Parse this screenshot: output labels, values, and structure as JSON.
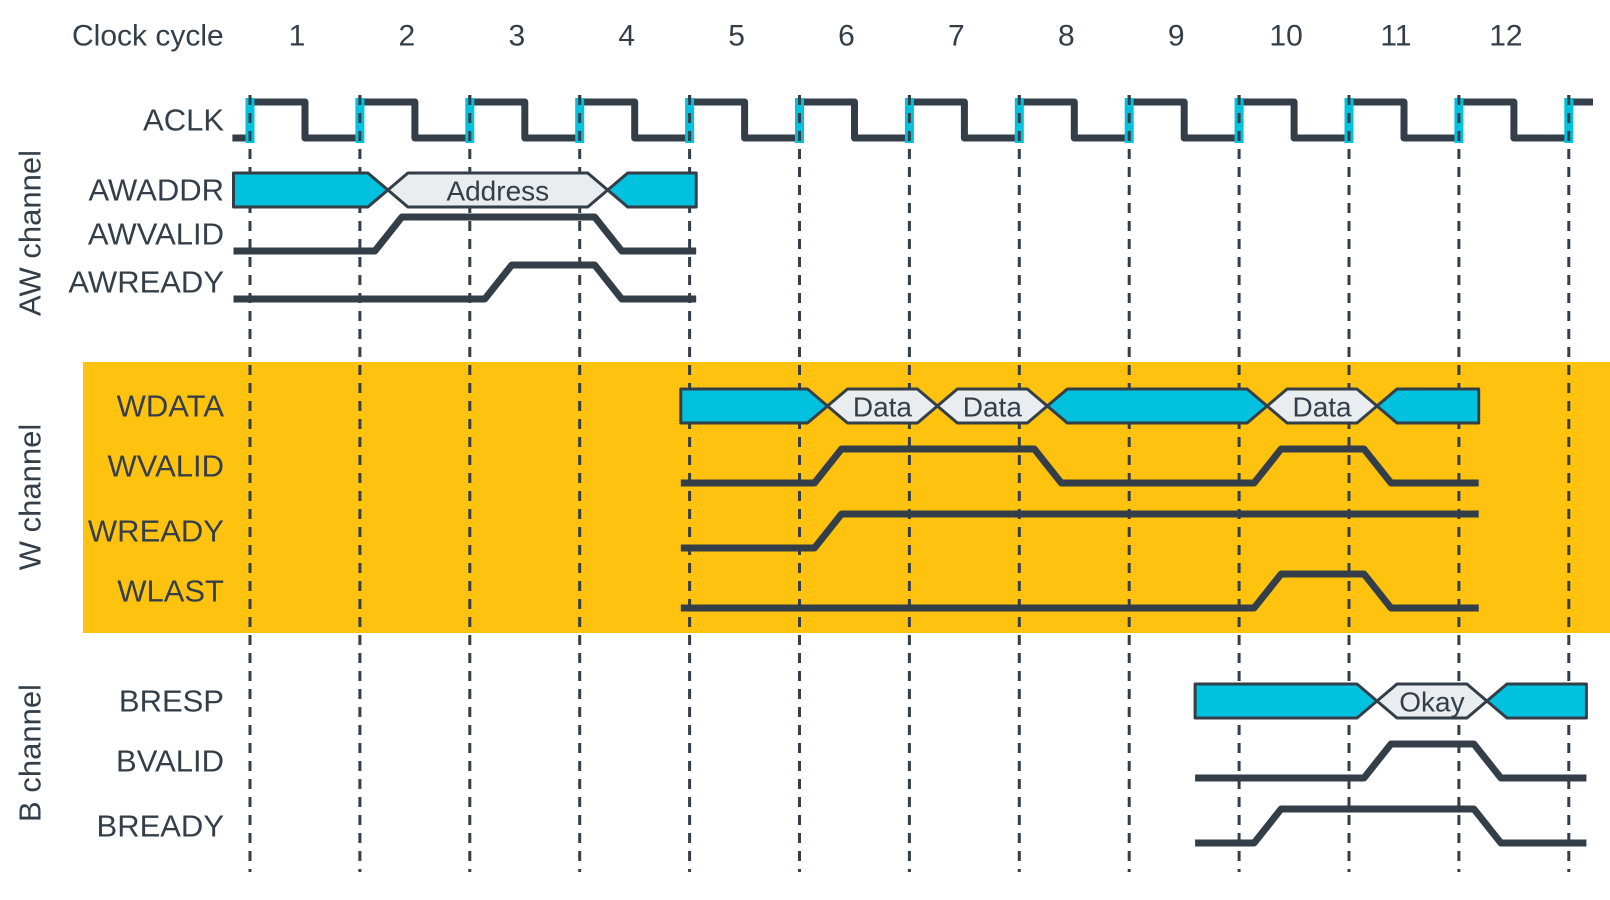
{
  "header": {
    "label": "Clock cycle",
    "cycle_numbers": [
      "1",
      "2",
      "3",
      "4",
      "5",
      "6",
      "7",
      "8",
      "9",
      "10",
      "11",
      "12"
    ]
  },
  "colors": {
    "dark": "#333e48",
    "cyan": "#00c1de",
    "orange": "#ffc20e",
    "value_fill": "#e9edf0",
    "background": "#ffffff"
  },
  "groups": [
    {
      "label": "AW channel",
      "highlighted": false
    },
    {
      "label": "W channel",
      "highlighted": true
    },
    {
      "label": "B channel",
      "highlighted": false
    }
  ],
  "signals": [
    {
      "label": "ACLK",
      "type": "clock",
      "group": null,
      "start": 0.84,
      "end": 13.22
    },
    {
      "label": "AWADDR",
      "type": "bus",
      "group": "AW channel",
      "start": 0.85,
      "end": 5.06,
      "segments": [
        {
          "kind": "undef",
          "until": 2
        },
        {
          "kind": "value",
          "text": "Address",
          "until": 4
        },
        {
          "kind": "undef",
          "until": null
        }
      ]
    },
    {
      "label": "AWVALID",
      "type": "bit",
      "group": "AW channel",
      "start": 0.85,
      "end": 5.06,
      "initial": 0,
      "toggles": [
        2,
        4
      ]
    },
    {
      "label": "AWREADY",
      "type": "bit",
      "group": "AW channel",
      "start": 0.85,
      "end": 5.06,
      "initial": 0,
      "toggles": [
        3,
        4
      ]
    },
    {
      "label": "WDATA",
      "type": "bus",
      "group": "W channel",
      "start": 4.92,
      "end": 12.18,
      "segments": [
        {
          "kind": "undef",
          "until": 6
        },
        {
          "kind": "value",
          "text": "Data",
          "until": 7
        },
        {
          "kind": "value",
          "text": "Data",
          "until": 8
        },
        {
          "kind": "undef",
          "until": 10
        },
        {
          "kind": "value",
          "text": "Data",
          "until": 11
        },
        {
          "kind": "undef",
          "until": null
        }
      ]
    },
    {
      "label": "WVALID",
      "type": "bit",
      "group": "W channel",
      "start": 4.92,
      "end": 12.18,
      "initial": 0,
      "toggles": [
        6,
        8,
        10,
        11
      ]
    },
    {
      "label": "WREADY",
      "type": "bit",
      "group": "W channel",
      "start": 4.92,
      "end": 12.18,
      "initial": 0,
      "toggles": [
        6
      ]
    },
    {
      "label": "WLAST",
      "type": "bit",
      "group": "W channel",
      "start": 4.92,
      "end": 12.18,
      "initial": 0,
      "toggles": [
        10,
        11
      ]
    },
    {
      "label": "BRESP",
      "type": "bus",
      "group": "B channel",
      "start": 9.6,
      "end": 13.16,
      "segments": [
        {
          "kind": "undef",
          "until": 11
        },
        {
          "kind": "value",
          "text": "Okay",
          "until": 12
        },
        {
          "kind": "undef",
          "until": null
        }
      ]
    },
    {
      "label": "BVALID",
      "type": "bit",
      "group": "B channel",
      "start": 9.6,
      "end": 13.16,
      "initial": 0,
      "toggles": [
        11,
        12
      ]
    },
    {
      "label": "BREADY",
      "type": "bit",
      "group": "B channel",
      "start": 9.6,
      "end": 13.16,
      "initial": 0,
      "toggles": [
        10,
        12
      ]
    }
  ]
}
